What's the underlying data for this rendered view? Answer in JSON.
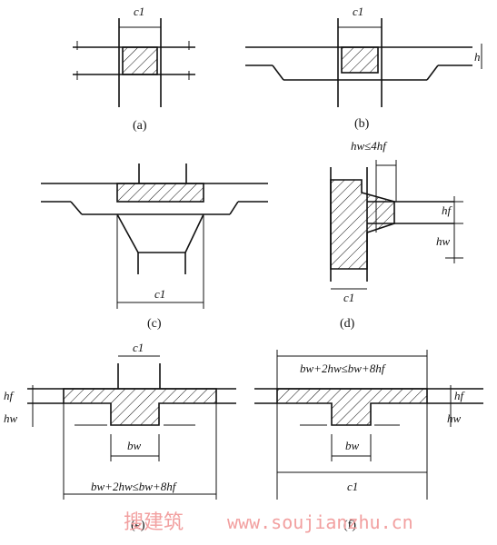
{
  "labels": {
    "c1": "c1",
    "h": "h",
    "hf": "hf",
    "hw": "hw",
    "bw": "bw",
    "hw_limit": "hw≤4hf",
    "width_formula": "bw+2hw≤bw+8hf"
  },
  "captions": {
    "a": "(a)",
    "b": "(b)",
    "c": "(c)",
    "d": "(d)",
    "e": "(e)",
    "f": "(f)"
  },
  "watermark": {
    "chinese": "搜建筑",
    "url": "www.soujianzhu.cn"
  }
}
